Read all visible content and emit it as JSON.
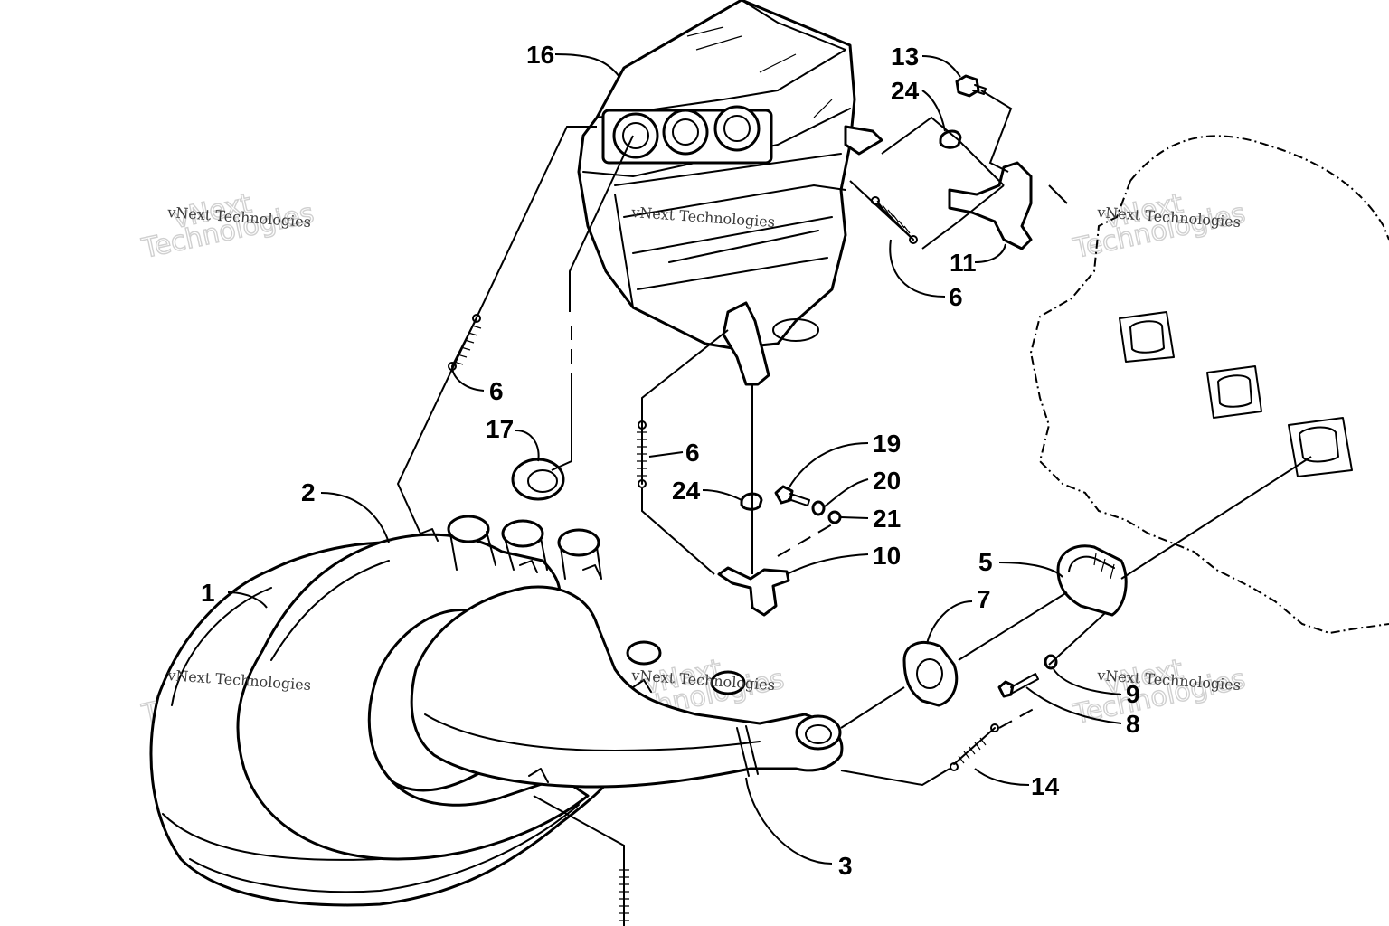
{
  "callouts": {
    "c1": "1",
    "c2": "2",
    "c3": "3",
    "c5": "5",
    "c6a": "6",
    "c6b": "6",
    "c6c": "6",
    "c7": "7",
    "c8": "8",
    "c9": "9",
    "c10": "10",
    "c11": "11",
    "c13": "13",
    "c14": "14",
    "c16": "16",
    "c17": "17",
    "c19": "19",
    "c20": "20",
    "c21": "21",
    "c24a": "24",
    "c24b": "24"
  },
  "watermark": {
    "line1": "vNext Technologies",
    "line2": "vNext",
    "line3": "Technologies"
  }
}
